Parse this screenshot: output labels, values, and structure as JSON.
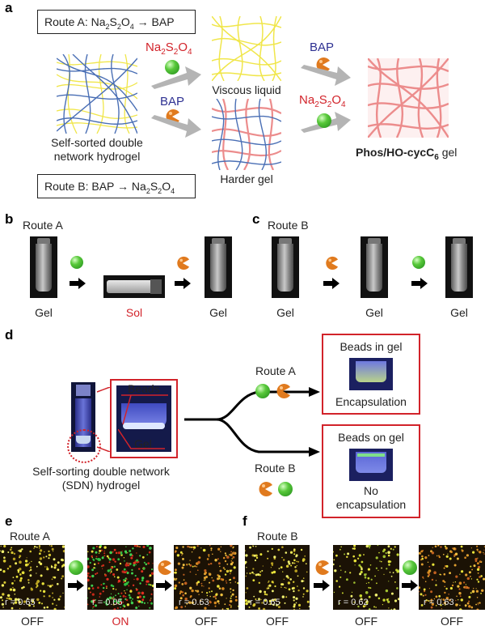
{
  "panels": {
    "a": "a",
    "b": "b",
    "c": "c",
    "d": "d",
    "e": "e",
    "f": "f"
  },
  "a": {
    "routeA_prefix": "Route A: Na",
    "routeB_prefix": "Route B: BAP → Na",
    "routeA_end": "→ BAP",
    "reagent_na": "Na",
    "reagent_bap": "BAP",
    "sub2": "2",
    "S": "S",
    "O": "O",
    "sub4": "4",
    "viscous": "Viscous liquid",
    "self_sorted_1": "Self-sorted double",
    "self_sorted_2": "network hydrogel",
    "harder": "Harder gel",
    "final_main": "Phos/HO-cycC",
    "final_sub": "6",
    "final_end": " gel"
  },
  "b": {
    "route": "Route A",
    "labels": [
      "Gel",
      "Sol",
      "Gel"
    ]
  },
  "c": {
    "route": "Route B",
    "labels": [
      "Gel",
      "Gel",
      "Gel"
    ]
  },
  "d": {
    "beads": "Beads",
    "gel": "Gel",
    "sdn_1": "Self-sorting double network",
    "sdn_2": "(SDN) hydrogel",
    "routeA": "Route A",
    "routeB": "Route B",
    "boxA_title": "Beads in gel",
    "boxA_sub": "Encapsulation",
    "boxB_title": "Beads on gel",
    "boxB_sub1": "No",
    "boxB_sub2": "encapsulation"
  },
  "e": {
    "route": "Route A",
    "r": [
      "r = 0.65",
      "r = 0.05",
      "r = 0.63"
    ],
    "states": [
      "OFF",
      "ON",
      "OFF"
    ]
  },
  "f": {
    "route": "Route B",
    "r": [
      "r = 0.65",
      "r = 0.62",
      "r = 0.63"
    ],
    "states": [
      "OFF",
      "OFF",
      "OFF"
    ]
  },
  "colors": {
    "red": "#d2232a",
    "blue": "#2e3192",
    "green_ball": "#3cb43c",
    "orange_pacman": "#e07a1e",
    "yellow_fiber": "#f0e64a",
    "blue_fiber": "#4a6fb5",
    "pink_fiber": "#ec8c8c"
  }
}
